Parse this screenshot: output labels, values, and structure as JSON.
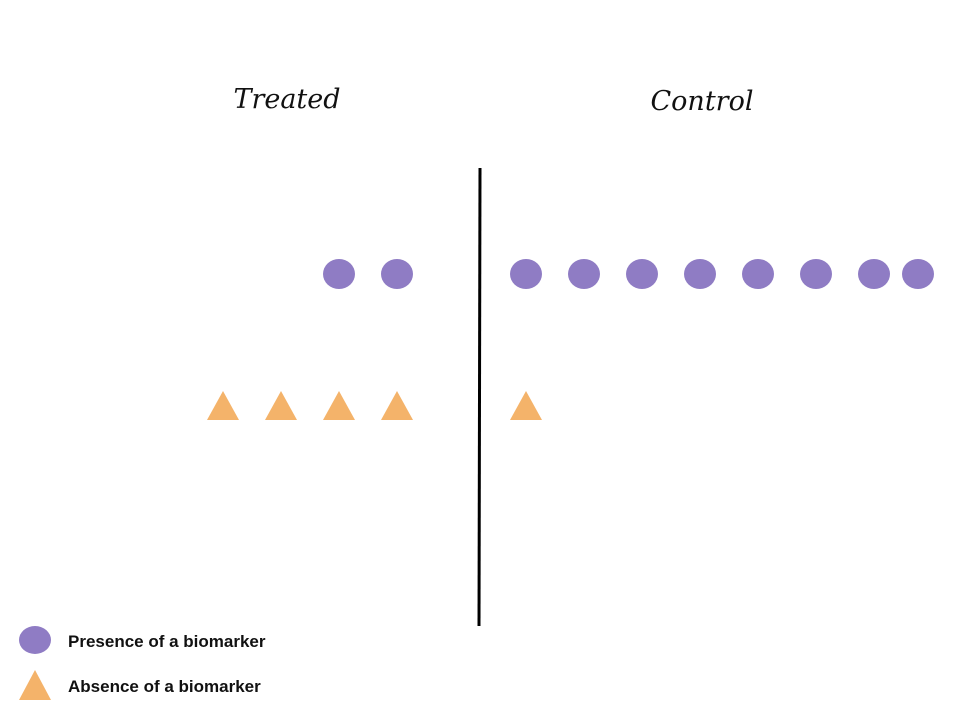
{
  "diagram": {
    "groups": [
      {
        "id": "treated",
        "title": "Treated",
        "biomarker_present_count": 2,
        "biomarker_absent_count": 4
      },
      {
        "id": "control",
        "title": "Control",
        "biomarker_present_count": 8,
        "biomarker_absent_count": 1
      }
    ],
    "legend": {
      "presence_label": "Presence of a biomarker",
      "absence_label": "Absence of a biomarker"
    },
    "colors": {
      "presence": "#8f7cc4",
      "absence": "#f4b36a",
      "divider": "#000000"
    },
    "icons": {
      "presence": "circle",
      "absence": "triangle"
    }
  }
}
